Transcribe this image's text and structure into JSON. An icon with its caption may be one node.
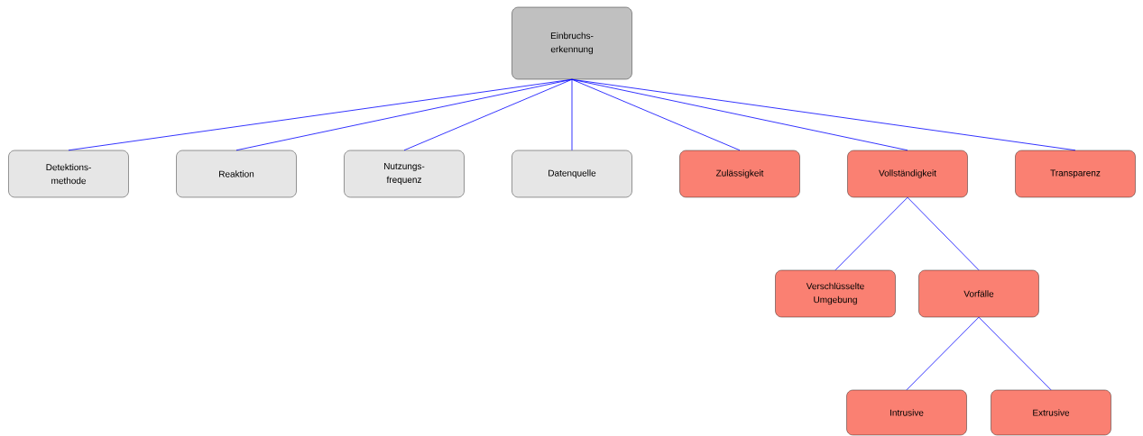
{
  "diagram": {
    "nodes": [
      {
        "text": [
          "Einbruchs- erkennung"
        ]
      },
      {
        "text": [
          "Detektions- methode"
        ]
      },
      {
        "text": [
          "Reaktion"
        ]
      },
      {
        "text": [
          "Nutzungs- frequenz"
        ]
      },
      {
        "text": [
          "Datenquelle"
        ]
      },
      {
        "text": [
          "Zulässigkeit"
        ]
      },
      {
        "text": [
          "Vollständigkeit"
        ]
      },
      {
        "text": [
          "Transparenz"
        ]
      },
      {
        "text": [
          "Verschlüsselte Umgebung"
        ]
      },
      {
        "text": [
          "Vorfälle"
        ]
      },
      {
        "text": [
          "Intrusive"
        ]
      },
      {
        "text": [
          "Extrusive"
        ]
      }
    ],
    "edges": [
      {
        "from": 0,
        "to": 1,
        "arrow": "none"
      },
      {
        "from": 0,
        "to": 2,
        "arrow": "none"
      },
      {
        "from": 0,
        "to": 3,
        "arrow": "none"
      },
      {
        "from": 0,
        "to": 4,
        "arrow": "none"
      },
      {
        "from": 0,
        "to": 5,
        "arrow": "none"
      },
      {
        "from": 0,
        "to": 6,
        "arrow": "none"
      },
      {
        "from": 0,
        "to": 7,
        "arrow": "none"
      },
      {
        "from": 6,
        "to": 8,
        "arrow": "none"
      },
      {
        "from": 6,
        "to": 9,
        "arrow": "none"
      },
      {
        "from": 9,
        "to": 10,
        "arrow": "none"
      },
      {
        "from": 9,
        "to": 11,
        "arrow": "none"
      }
    ]
  }
}
